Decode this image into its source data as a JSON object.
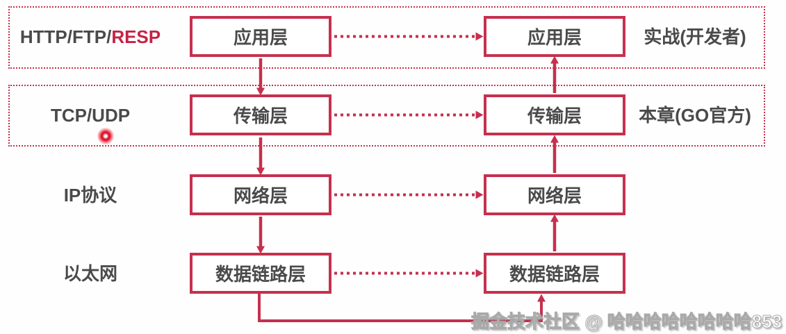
{
  "colors": {
    "accent": "#c5304e",
    "highlight_red": "#c32446",
    "text_gray": "#4a4a4a",
    "watermark_outline": "#a9a9a9",
    "background": "#fefefe"
  },
  "rows": [
    {
      "protocol": "HTTP/FTP/",
      "protocol_highlight": "RESP",
      "left_box": "应用层",
      "right_box": "应用层",
      "right_label": "实战(开发者)"
    },
    {
      "protocol": "TCP/UDP",
      "left_box": "传输层",
      "right_box": "传输层",
      "right_label": "本章(GO官方)"
    },
    {
      "protocol": "IP协议",
      "left_box": "网络层",
      "right_box": "网络层"
    },
    {
      "protocol": "以太网",
      "left_box": "数据链路层",
      "right_box": "数据链路层"
    }
  ],
  "watermark": "掘金技术社区 @ 哈哈哈哈哈哈哈哈853"
}
